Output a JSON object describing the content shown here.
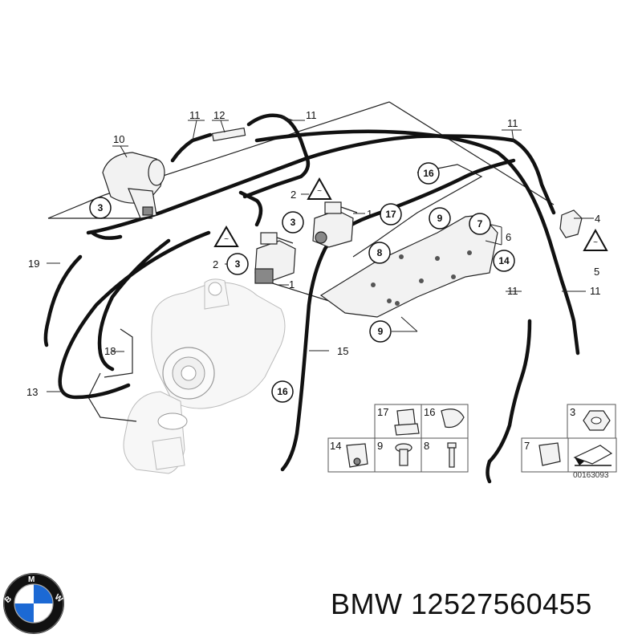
{
  "callouts": {
    "c1a": "1",
    "c1b": "1",
    "c2a": "2",
    "c2b": "2",
    "c3a": "3",
    "c3b": "3",
    "c3c": "3",
    "c4": "4",
    "c5": "5",
    "c6": "6",
    "c7": "7",
    "c8": "8",
    "c9a": "9",
    "c9b": "9",
    "c10": "10",
    "c11a": "11",
    "c11b": "11",
    "c11c": "11",
    "c11d": "11",
    "c11e": "11",
    "c12": "12",
    "c13": "13",
    "c14": "14",
    "c15": "15",
    "c16a": "16",
    "c16b": "16",
    "c17": "17",
    "c18": "18",
    "c19": "19"
  },
  "legend": {
    "l17": "17",
    "l16": "16",
    "l14": "14",
    "l9": "9",
    "l8": "8",
    "l3": "3",
    "l7": "7"
  },
  "diagram_id": "00163093",
  "brand": {
    "name": "BMW",
    "part_number": "12527560455",
    "label": "BMW 12527560455",
    "colors": {
      "blue": "#1c69d4",
      "black": "#111111",
      "white": "#ffffff"
    }
  }
}
